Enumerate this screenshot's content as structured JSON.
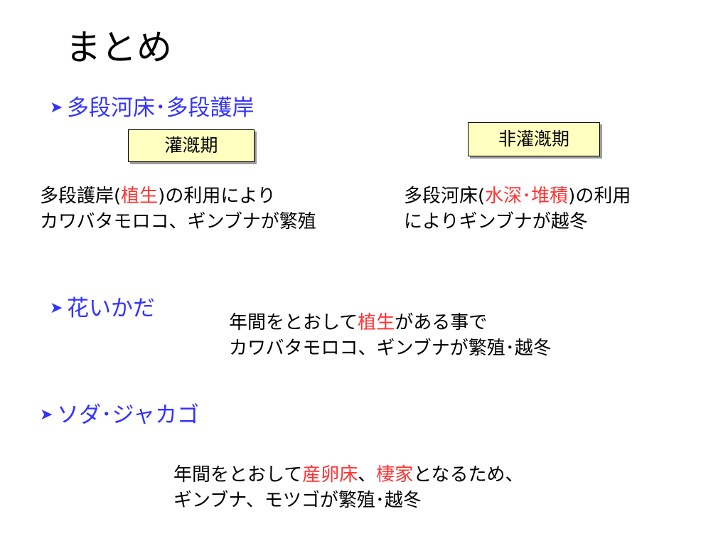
{
  "title": "まとめ",
  "colors": {
    "bullet": "#3333ff",
    "highlight": "#ff3333",
    "label_box_fill": "#ffffc0"
  },
  "sections": [
    {
      "bullet": "多段河床･多段護岸",
      "labels": [
        "灌漑期",
        "非灌漑期"
      ],
      "left_text": {
        "line1_pre": "多段護岸(",
        "line1_red": "植生",
        "line1_post": ")の利用により",
        "line2": "カワバタモロコ、ギンブナが繁殖"
      },
      "right_text": {
        "line1_pre": "多段河床(",
        "line1_red": "水深･堆積",
        "line1_post": ")の利用",
        "line2": "によりギンブナが越冬"
      }
    },
    {
      "bullet": "花いかだ",
      "text": {
        "line1_pre": "年間をとおして",
        "line1_red": "植生",
        "line1_post": "がある事で",
        "line2": "カワバタモロコ、ギンブナが繁殖･越冬"
      }
    },
    {
      "bullet": "ソダ･ジャカゴ",
      "text": {
        "line1_pre": "年間をとおして",
        "line1_red1": "産卵床",
        "line1_sep": "、",
        "line1_red2": "棲家",
        "line1_post": "となるため、",
        "line2": "ギンブナ、モツゴが繁殖･越冬"
      }
    }
  ]
}
